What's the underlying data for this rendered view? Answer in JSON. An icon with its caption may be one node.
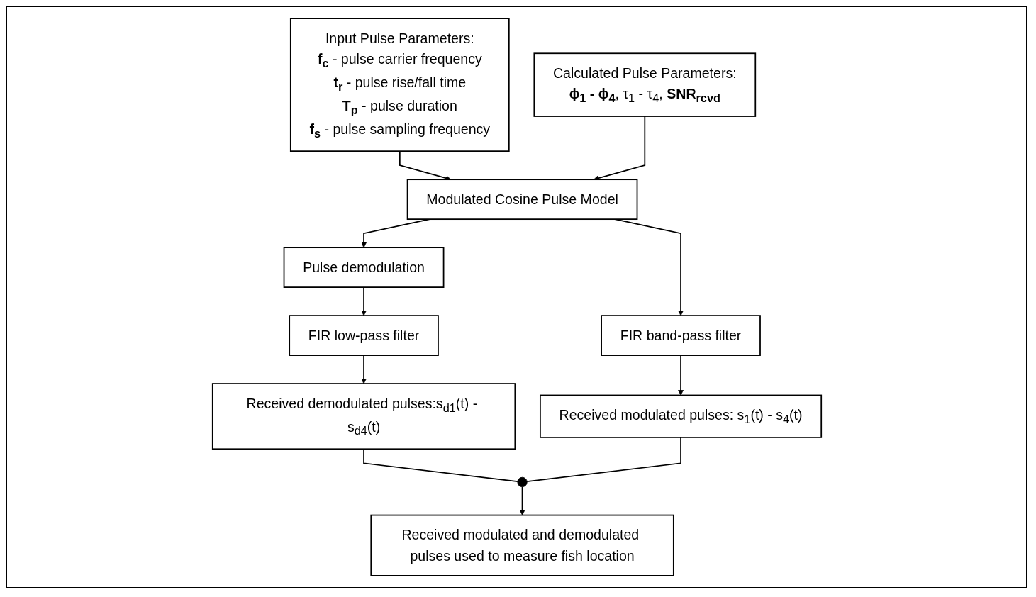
{
  "diagram": {
    "nodes": [
      {
        "text": [
          "Pulse demodulation"
        ]
      },
      {
        "text": [
          "FIR low-pass filter"
        ]
      },
      {
        "text": [
          "Received demodulated pulses:s$_{d1}$(t) - s$_{d4}$(t)"
        ]
      },
      {
        "text": [
          "FIR band-pass filter"
        ]
      },
      {
        "text": [
          "Received modulated pulses: s$_{1}$(t) - s$_{4}$(t)"
        ]
      },
      {
        "text": [
          "Modulated Cosine Pulse Model"
        ]
      },
      {
        "text": [
          "Input Pulse Parameters:",
          "**f$_{c}$** - pulse carrier frequency",
          "**t$_{r}$** - pulse rise/fall time",
          "**T$_{p}$** - pulse duration",
          "**f$_{s}$** - pulse sampling frequency"
        ]
      },
      {
        "text": [
          "Received modulated and demodulated pulses used to measure fish location"
        ]
      },
      {
        "text": [
          "Calculated Pulse Parameters:",
          "**ϕ$_{1}$ - ϕ$_{4}$**, τ$_{1}$ - τ$_{4}$, **SNR$_{rcvd}$**"
        ]
      },
      {
        "text": [],
        "shape": "circle"
      }
    ],
    "edges": [
      {
        "from": 5,
        "to": 0,
        "arrow": "to"
      },
      {
        "from": 5,
        "to": 3,
        "arrow": "to"
      },
      {
        "from": 0,
        "to": 1,
        "arrow": "to"
      },
      {
        "from": 1,
        "to": 2,
        "arrow": "to"
      },
      {
        "from": 3,
        "to": 4,
        "arrow": "to"
      },
      {
        "from": 2,
        "to": 9,
        "arrow": "none"
      },
      {
        "from": 4,
        "to": 9,
        "arrow": "none"
      },
      {
        "from": 9,
        "to": 7,
        "arrow": "to"
      },
      {
        "from": 6,
        "to": 5,
        "arrow": "to"
      },
      {
        "from": 8,
        "to": 5,
        "arrow": "to"
      }
    ]
  }
}
